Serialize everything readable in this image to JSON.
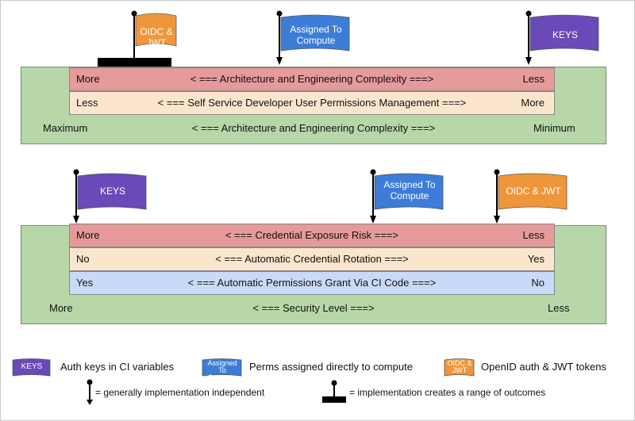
{
  "flags": {
    "oidc": "OIDC & JWT",
    "assigned": "Assigned To Compute",
    "keys": "KEYS",
    "colors": {
      "oidc": "#f0963a",
      "assigned": "#3d7dd8",
      "keys": "#6a49b8"
    }
  },
  "panel1": {
    "row1": {
      "left": "More",
      "center": "< === Architecture and Engineering Complexity ===>",
      "right": "Less"
    },
    "row2": {
      "left": "Less",
      "center": "< === Self Service Developer User Permissions Management ===>",
      "right": "More"
    },
    "bottom": {
      "left": "Maximum",
      "center": "< === Architecture and Engineering Complexity ===>",
      "right": "Minimum"
    }
  },
  "panel2": {
    "row1": {
      "left": "More",
      "center": "< === Credential Exposure Risk ===>",
      "right": "Less"
    },
    "row2": {
      "left": "No",
      "center": "< === Automatic Credential Rotation ===>",
      "right": "Yes"
    },
    "row3": {
      "left": "Yes",
      "center": "< === Automatic Permissions Grant Via CI Code ===>",
      "right": "No"
    },
    "bottom": {
      "left": "More",
      "center": "< === Security Level ===>",
      "right": "Less"
    }
  },
  "legend": {
    "keys_chip": "KEYS",
    "keys_desc": "Auth keys in CI variables",
    "assigned_chip": "Assigned To Compute",
    "assigned_desc": "Perms assigned directly to compute",
    "oidc_chip": "OIDC & JWT",
    "oidc_desc": "OpenID auth & JWT tokens",
    "pin_desc": "= generally implementation independent",
    "range_desc": "= implementation creates a range of outcomes"
  }
}
